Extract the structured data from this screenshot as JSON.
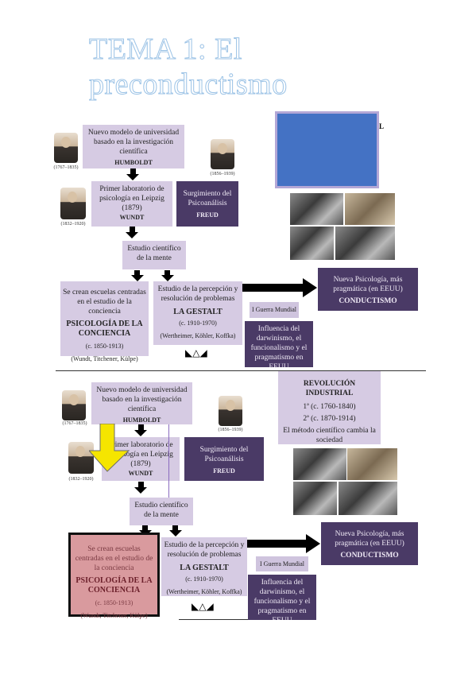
{
  "title": "TEMA 1: El preconductismo",
  "top": {
    "humboldt_text": "Nuevo modelo de universidad basado en la investigación científica",
    "humboldt_name": "HUMBOLDT",
    "humboldt_years": "(1767–1835)",
    "wundt_text": "Primer laboratorio de psicología en Leipzig (1879)",
    "wundt_name": "WUNDT",
    "wundt_years": "(1832–1920)",
    "freud_text": "Surgimiento del Psicoanálisis",
    "freud_name": "FREUD",
    "freud_years": "(1856–1939)",
    "estudio": "Estudio científico de la mente",
    "escuelas_text": "Se crean escuelas centradas en el estudio de la conciencia",
    "escuelas_name": "PSICOLOGÍA DE LA CONCIENCIA",
    "escuelas_years": "(c. 1850-1913)",
    "escuelas_authors": "(Wundt, Titchener, Külpe)",
    "gestalt_text": "Estudio de la percepción y resolución de problemas",
    "gestalt_name": "LA GESTALT",
    "gestalt_years": "(c. 1910-1970)",
    "gestalt_authors": "(Wertheimer, Köhler, Koffka)",
    "guerra": "I Guerra Mundial",
    "influencia": "Influencia del darwinismo, el funcionalismo y el pragmatismo en EEUU",
    "conductismo_text": "Nueva Psicología, más pragmática  (en EEUU)",
    "conductismo_name": "CONDUCTISMO",
    "dot": "L"
  },
  "bottom": {
    "humboldt_text": "Nuevo modelo de universidad basado en la investigación científica",
    "humboldt_name": "HUMBOLDT",
    "humboldt_years": "(1767–1835)",
    "wundt_text": "Primer laboratorio de psicología en Leipzig (1879)",
    "wundt_name": "WUNDT",
    "wundt_years": "(1832–1920)",
    "freud_text": "Surgimiento del Psicoanálisis",
    "freud_name": "FREUD",
    "freud_years": "(1856–1939)",
    "estudio": "Estudio científico de la mente",
    "escuelas_text": "Se crean escuelas centradas en el estudio de la conciencia",
    "escuelas_name": "PSICOLOGÍA DE LA CONCIENCIA",
    "escuelas_years": "(c. 1850-1913)",
    "escuelas_authors": "(Wundt, Titchener, Külpe)",
    "gestalt_text": "Estudio de la percepción y resolución de problemas",
    "gestalt_name": "LA GESTALT",
    "gestalt_years": "(c. 1910-1970)",
    "gestalt_authors": "(Wertheimer, Köhler, Koffka)",
    "guerra": "I Guerra Mundial",
    "influencia": "Influencia del darwinismo, el funcionalismo y el pragmatismo en EEUU",
    "conductismo_text": "Nueva Psicología, más pragmática  (en EEUU)",
    "conductismo_name": "CONDUCTISMO",
    "revolucion_title": "REVOLUCIÓN INDUSTRIAL",
    "revolucion_1": "1ª (c. 1760-1840)",
    "revolucion_2": "2ª (c. 1870-1914)",
    "revolucion_3": "El método científico cambia la sociedad"
  },
  "colors": {
    "lilac": "#d6cbe3",
    "dark_purple": "#4a3a66",
    "blue_box": "#4472c4",
    "highlight_red": "#d99a9e",
    "yellow_arrow": "#f5e500"
  }
}
